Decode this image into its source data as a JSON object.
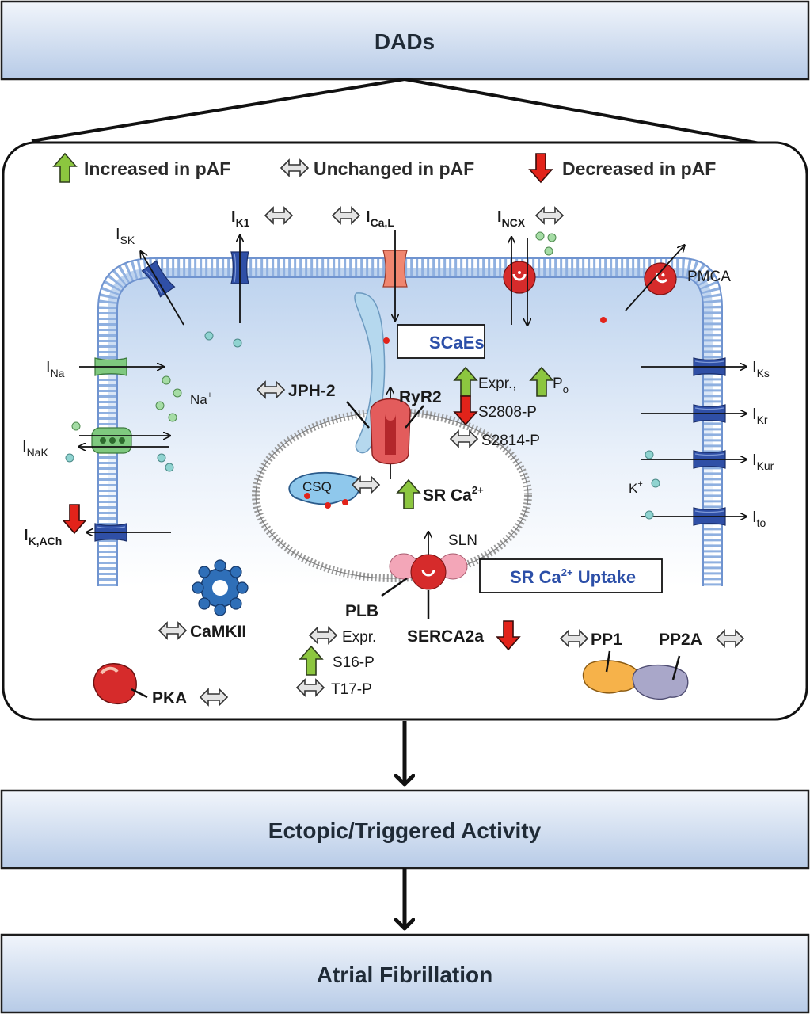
{
  "boxes": {
    "top": "DADs",
    "middle": "Ectopic/Triggered Activity",
    "bottom": "Atrial Fibrillation"
  },
  "legend": {
    "increased": "Increased in pAF",
    "unchanged": "Unchanged in pAF",
    "decreased": "Decreased in pAF"
  },
  "currents": {
    "isk": "I",
    "isk_sub": "SK",
    "ik1": "I",
    "ik1_sub": "K1",
    "ical": "I",
    "ical_sub": "Ca,L",
    "incx": "I",
    "incx_sub": "NCX",
    "ina": "I",
    "ina_sub": "Na",
    "inak": "I",
    "inak_sub": "NaK",
    "ikach": "I",
    "ikach_sub": "K,ACh",
    "iks": "I",
    "iks_sub": "Ks",
    "ikr": "I",
    "ikr_sub": "Kr",
    "ikur": "I",
    "ikur_sub": "Kur",
    "ito": "I",
    "ito_sub": "to"
  },
  "labels": {
    "pmca": "PMCA",
    "scaes": "SCaEs",
    "jph2": "JPH-2",
    "ryr2": "RyR2",
    "expr_po": "Expr.,",
    "po": "P",
    "po_sub": "o",
    "s2808": "S2808-P",
    "s2814": "S2814-P",
    "na": "Na",
    "na_sup": "+",
    "k": "K",
    "k_sup": "+",
    "csq": "CSQ",
    "sr_ca": "SR Ca",
    "sr_ca_sup": "2+",
    "sln": "SLN",
    "sr_uptake": "SR Ca",
    "sr_uptake_sup": "2+",
    "sr_uptake_tail": " Uptake",
    "plb": "PLB",
    "serca": "SERCA2a",
    "camkii": "CaMKII",
    "pka": "PKA",
    "pp1": "PP1",
    "pp2a": "PP2A",
    "plb_expr": "Expr.",
    "s16": "S16-P",
    "t17": "T17-P"
  },
  "colors": {
    "box_fill_top": "#e9f0fa",
    "box_fill_bottom": "#b9cde8",
    "increase": "#8cc63f",
    "decrease": "#e2231a",
    "unchanged": "#dcdcdc",
    "channel_blue": "#2f4fa6",
    "channel_green": "#7fc97f",
    "channel_red": "#d62b2b"
  }
}
